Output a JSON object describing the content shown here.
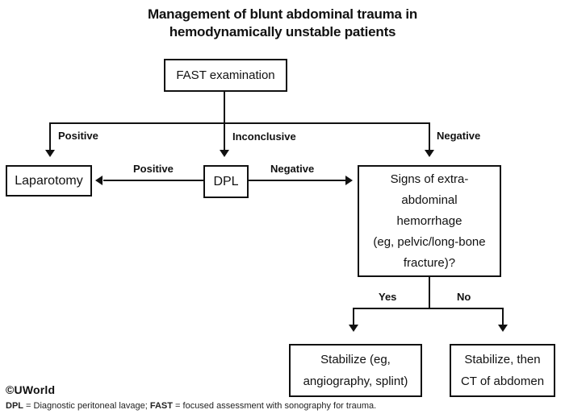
{
  "title": {
    "line1": "Management of blunt abdominal trauma in",
    "line2": "hemodynamically unstable patients"
  },
  "nodes": {
    "fast": {
      "label": "FAST examination"
    },
    "laparotomy": {
      "label": "Laparotomy"
    },
    "dpl": {
      "label": "DPL"
    },
    "signs": {
      "lines": [
        "Signs of extra-",
        "abdominal",
        "hemorrhage",
        "(eg, pelvic/long-bone",
        "fracture)?"
      ]
    },
    "stabilize_angiography": {
      "lines": [
        "Stabilize (eg,",
        "angiography, splint)"
      ]
    },
    "stabilize_ct": {
      "lines": [
        "Stabilize, then",
        "CT of abdomen"
      ]
    }
  },
  "edge_labels": {
    "fast_positive": "Positive",
    "fast_inconclusive": "Inconclusive",
    "fast_negative": "Negative",
    "dpl_positive": "Positive",
    "dpl_negative": "Negative",
    "signs_yes": "Yes",
    "signs_no": "No"
  },
  "footer": {
    "copyright": "©UWorld",
    "abbr": [
      {
        "text": "DPL"
      },
      {
        "text": " = Diagnostic peritoneal lavage; "
      },
      {
        "text": "FAST"
      },
      {
        "text": " = focused assessment with sonography for trauma."
      }
    ]
  },
  "colors": {
    "line": "#111111",
    "text": "#111111",
    "background": "#ffffff"
  }
}
